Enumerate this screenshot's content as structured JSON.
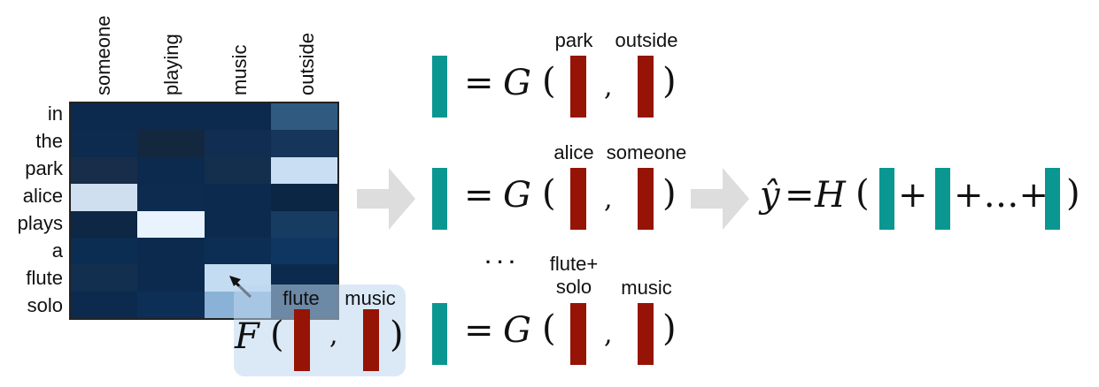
{
  "heatmap": {
    "columns": [
      "someone",
      "playing",
      "music",
      "outside"
    ],
    "rows": [
      "in",
      "the",
      "park",
      "alice",
      "plays",
      "a",
      "flute",
      "solo"
    ],
    "cell_colors": [
      [
        "#0b2a4d",
        "#0b2a4d",
        "#0b2a4d",
        "#305a80"
      ],
      [
        "#0c2b4e",
        "#13273f",
        "#112e52",
        "#15365a"
      ],
      [
        "#172d4a",
        "#0b2a4d",
        "#142e4e",
        "#c9def2"
      ],
      [
        "#cfdff0",
        "#0c2b4f",
        "#0b2a4d",
        "#0a2644"
      ],
      [
        "#0d2744",
        "#e8f3fd",
        "#0b2a4d",
        "#173c62"
      ],
      [
        "#0c2d52",
        "#0b2a4d",
        "#0d2e54",
        "#0f3660"
      ],
      [
        "#132f4f",
        "#0b2a4d",
        "#c4dcf2",
        "#0b2a4d"
      ],
      [
        "#0b2a4d",
        "#0d2f55",
        "#8ab2d6",
        "#0b2a4d"
      ]
    ]
  },
  "f_box": {
    "func": "F",
    "open": "(",
    "comma": ",",
    "close": ")",
    "arg1": "flute",
    "arg2": "music"
  },
  "equations": [
    {
      "eq": "=",
      "func": "G",
      "open": "(",
      "comma": ",",
      "close": ")",
      "arg1": "park",
      "arg2": "outside"
    },
    {
      "eq": "=",
      "func": "G",
      "open": "(",
      "comma": ",",
      "close": ")",
      "arg1": "alice",
      "arg2": "someone"
    },
    {
      "eq": "=",
      "func": "G",
      "open": "(",
      "comma": ",",
      "close": ")",
      "arg1": "flute+\nsolo",
      "arg2": "music"
    }
  ],
  "ellipsis": "· · ·",
  "output": {
    "yhat": "ŷ",
    "eq": "=",
    "func": "H",
    "open": "(",
    "plus1": "+",
    "plus2": "+…+",
    "close": ")"
  },
  "colors": {
    "teal": "#0a9791",
    "red": "#961405",
    "arrow": "#dddddd"
  }
}
